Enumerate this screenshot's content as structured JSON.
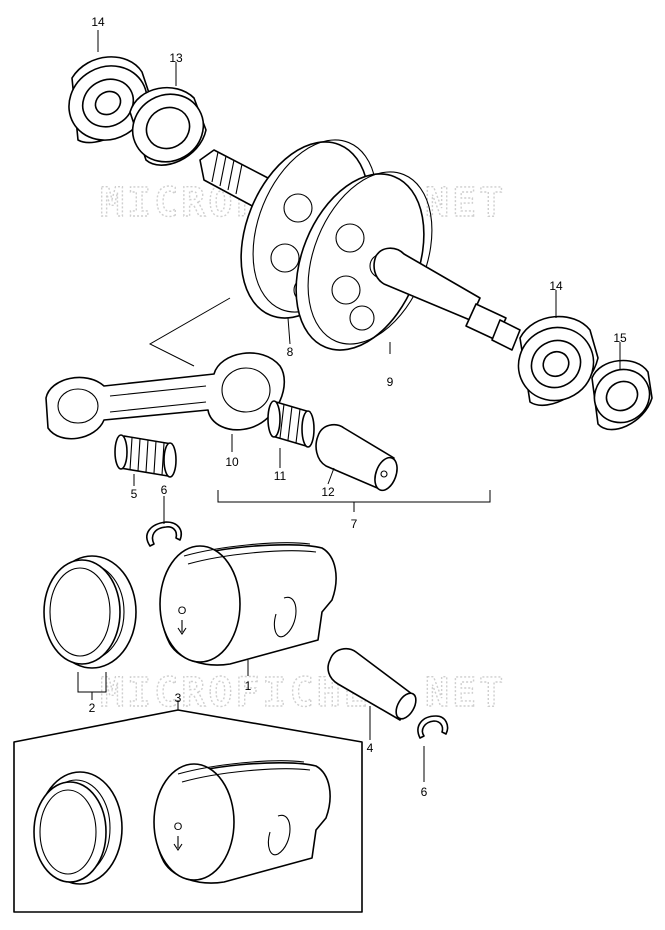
{
  "watermark": "MICROFICHES.NET",
  "piston_mark": "O",
  "callouts": {
    "c14a": "14",
    "c13": "13",
    "c8": "8",
    "c9": "9",
    "c14b": "14",
    "c15": "15",
    "c10": "10",
    "c11": "11",
    "c5": "5",
    "c6a": "6",
    "c12": "12",
    "c7": "7",
    "c1": "1",
    "c2": "2",
    "c3": "3",
    "c4": "4",
    "c6b": "6"
  }
}
